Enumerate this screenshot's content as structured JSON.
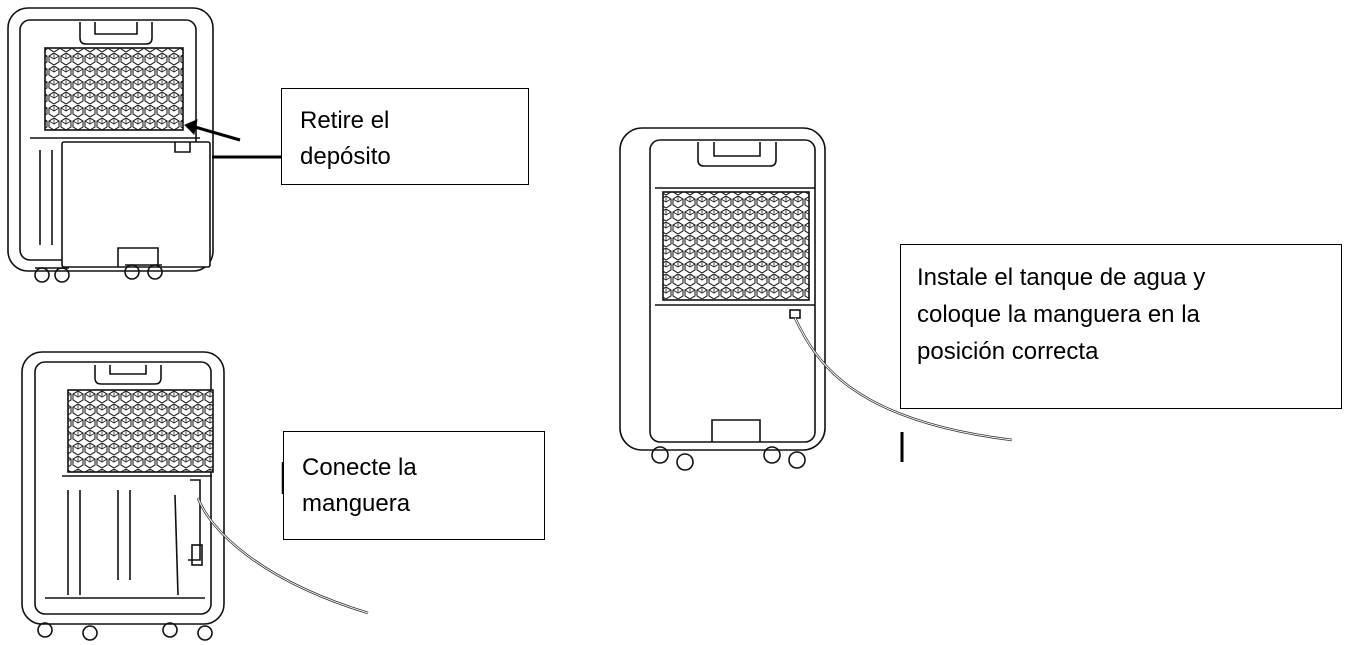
{
  "callouts": {
    "remove_tank": {
      "line1": "Retire el",
      "line2": "depósito"
    },
    "connect_hose": {
      "line1": "Conecte la",
      "line2": "manguera"
    },
    "install_tank": {
      "line1": "Instale el tanque de agua y",
      "line2": "coloque la manguera en la",
      "line3": "posición correcta"
    }
  },
  "colors": {
    "ink": "#000000",
    "background": "#ffffff"
  }
}
